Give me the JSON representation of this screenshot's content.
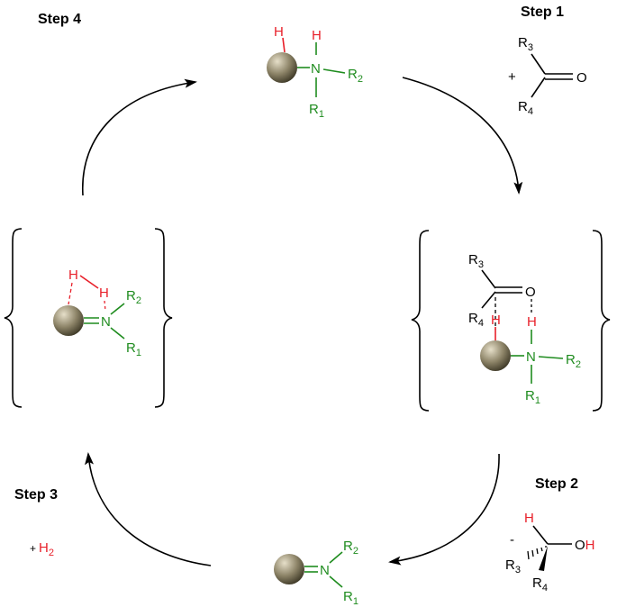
{
  "steps": {
    "step1": "Step 1",
    "step2": "Step 2",
    "step3": "Step 3",
    "step4": "Step 4"
  },
  "atoms": {
    "H": "H",
    "N": "N",
    "O": "O",
    "OH": "OH",
    "R": "R",
    "sub1": "1",
    "sub2": "2",
    "sub3": "3",
    "sub4": "4",
    "plus": "+",
    "minus": "-",
    "H2_base": "H",
    "H2_sub": "2"
  },
  "colors": {
    "hydrogen": "#e8202a",
    "amine": "#1f8c1f",
    "black": "#000000",
    "sphere_light": "#e6dfc9",
    "sphere_dark": "#3d3826"
  },
  "icons": {
    "catalyst": "metal-sphere-icon",
    "arrow": "curved-arrow-icon",
    "bracket": "curly-bracket-icon"
  }
}
